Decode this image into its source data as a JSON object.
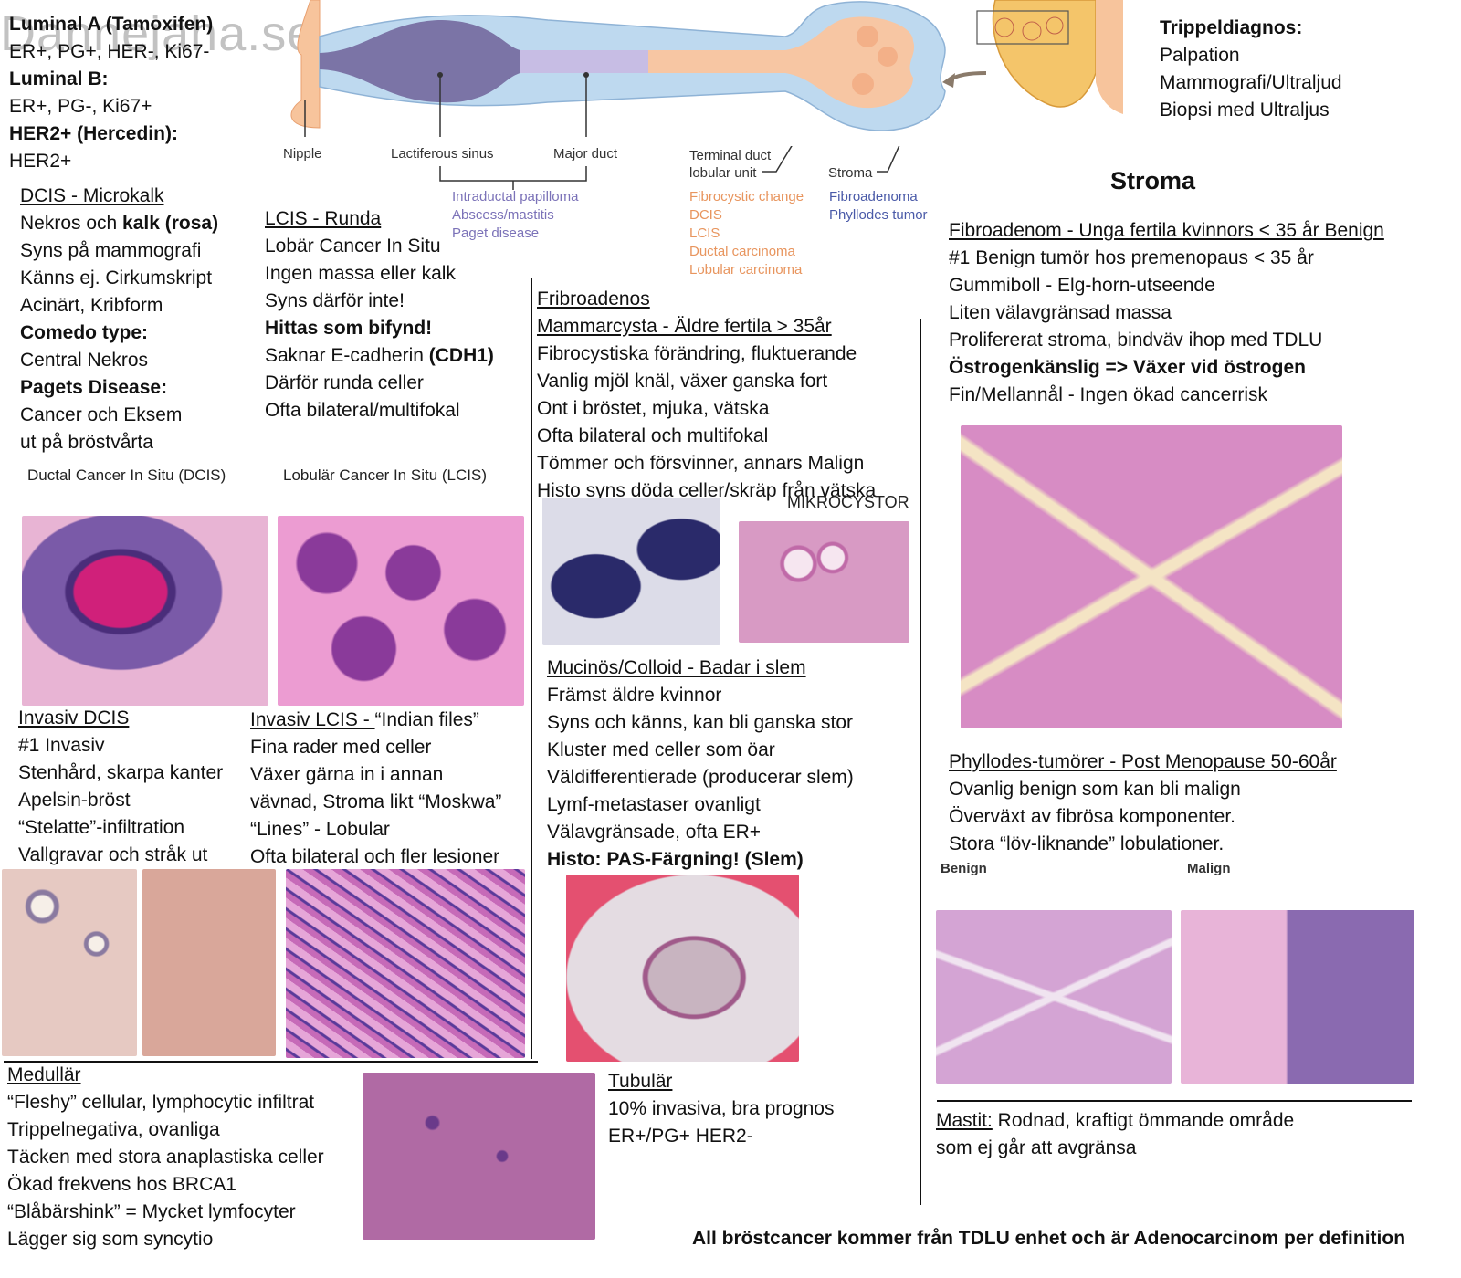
{
  "watermark": "Dannejaha.se",
  "subtypes": {
    "lines": [
      {
        "text": "Luminal A (Tamoxifen)",
        "bold": true
      },
      {
        "text": "ER+, PG+, HER-, Ki67-",
        "bold": false
      },
      {
        "text": "Luminal B:",
        "bold": true
      },
      {
        "text": "ER+, PG-, Ki67+",
        "bold": false
      },
      {
        "text": "HER2+ (Hercedin):",
        "bold": true
      },
      {
        "text": "HER2+",
        "bold": false
      }
    ]
  },
  "diagram": {
    "labels": {
      "nipple": "Nipple",
      "sinus": "Lactiferous sinus",
      "major_duct": "Major duct",
      "tdlu_1": "Terminal duct",
      "tdlu_2": "lobular unit",
      "stroma": "Stroma"
    },
    "duct_lesions": [
      "Intraductal papilloma",
      "Abscess/mastitis",
      "Paget disease"
    ],
    "tdlu_lesions": [
      "Fibrocystic change",
      "DCIS",
      "LCIS",
      "Ductal carcinoma",
      "Lobular carcinoma"
    ],
    "stroma_lesions": [
      "Fibroadenoma",
      "Phyllodes tumor"
    ],
    "colors": {
      "duct_lesion": "#7b72b8",
      "tdlu_lesion": "#e8955e",
      "stroma_lesion": "#4a5aa8"
    }
  },
  "triple": {
    "title": "Trippeldiagnos:",
    "lines": [
      "Palpation",
      "Mammografi/Ultraljud",
      "Biopsi med Ultraljus"
    ]
  },
  "stroma_heading": "Stroma",
  "dcis": {
    "title": "DCIS - Microkalk",
    "line1_a": "Nekros och ",
    "line1_b": "kalk (rosa)",
    "lines": [
      "Syns på mammografi",
      "Känns ej. Cirkumskript",
      "Acinärt, Kribform"
    ],
    "comedo": "Comedo type:",
    "comedo_text": "Central Nekros",
    "paget": "Pagets Disease:",
    "paget_lines": [
      "Cancer och Eksem",
      "ut på bröstvårta"
    ],
    "caption": "Ductal Cancer In Situ (DCIS)"
  },
  "lcis": {
    "title": "LCIS - Runda",
    "lines": [
      "Lobär Cancer In Situ",
      "Ingen massa eller kalk",
      "Syns därför inte!"
    ],
    "bold_line": "Hittas som bifynd!",
    "cdh_a": "Saknar E-cadherin ",
    "cdh_b": "(CDH1)",
    "lines2": [
      "Därför runda celler",
      "Ofta bilateral/multifokal"
    ],
    "caption": "Lobulär Cancer In Situ (LCIS)"
  },
  "fibro": {
    "title": "Fribroadenos",
    "subtitle": "Mammarcysta - Äldre fertila > 35år",
    "lines": [
      "Fibrocystiska förändring, fluktuerande",
      "Vanlig mjöl knäl, växer ganska fort",
      "Ont i bröstet, mjuka, vätska",
      "Ofta bilateral och multifokal",
      "Tömmer och försvinner, annars Malign",
      "Histo syns döda celler/skräp från vätska"
    ],
    "micro_caption": "MIKROCYSTOR"
  },
  "fibroadenom": {
    "title": "Fibroadenom - Unga fertila kvinnors < 35 år Benign",
    "lines": [
      "#1 Benign tumör hos premenopaus < 35 år",
      "Gummiboll - Elg-horn-utseende",
      "Liten välavgränsad massa",
      "Prolifererat stroma, bindväv ihop med TDLU"
    ],
    "bold_line": "Östrogenkänslig => Växer vid östrogen",
    "last_line": "Fin/Mellannål - Ingen ökad cancerrisk"
  },
  "mucinos": {
    "title": "Mucinös/Colloid - Badar i slem",
    "lines": [
      "Främst äldre kvinnor",
      "Syns och känns, kan bli ganska stor",
      "Kluster med celler som öar",
      "Väldifferentierade (producerar slem)",
      "Lymf-metastaser ovanligt",
      "Välavgränsade, ofta ER+"
    ],
    "bold_line": "Histo: PAS-Färgning! (Slem)"
  },
  "invasiv_dcis": {
    "title": "Invasiv DCIS",
    "lines": [
      "#1 Invasiv",
      "Stenhård, skarpa kanter",
      "Apelsin-bröst",
      "“Stelatte”-infiltration",
      "Vallgravar och stråk ut"
    ]
  },
  "invasiv_lcis": {
    "title_u": "Invasiv LCIS - ",
    "title_rest": "“Indian files”",
    "lines": [
      "Fina rader med celler",
      "Växer gärna in i annan",
      "vävnad, Stroma likt “Moskwa”",
      "“Lines” - Lobular",
      "Ofta bilateral och fler lesioner"
    ]
  },
  "phyllodes": {
    "title": "Phyllodes-tumörer - Post Menopause 50-60år",
    "lines": [
      "Ovanlig benign som kan bli malign",
      "Överväxt av fibrösa komponenter.",
      "Stora “löv-liknande” lobulationer."
    ],
    "benign": "Benign",
    "malign": "Malign"
  },
  "medullar": {
    "title": "Medullär",
    "lines": [
      "“Fleshy” cellular, lymphocytic infiltrat",
      "Trippelnegativa, ovanliga",
      "Täcken med stora anaplastiska celler",
      "Ökad frekvens hos BRCA1",
      "“Blåbärshink” = Mycket lymfocyter",
      "Lägger sig som syncytio"
    ]
  },
  "tubular": {
    "title": "Tubulär",
    "lines": [
      "10% invasiva, bra prognos",
      "ER+/PG+ HER2-"
    ]
  },
  "mastit": {
    "title": "Mastit:",
    "line1": " Rodnad, kraftigt ömmande område",
    "line2": "som ej går att avgränsa"
  },
  "footer": "All bröstcancer kommer från TDLU enhet och är Adenocarcinom per definition"
}
